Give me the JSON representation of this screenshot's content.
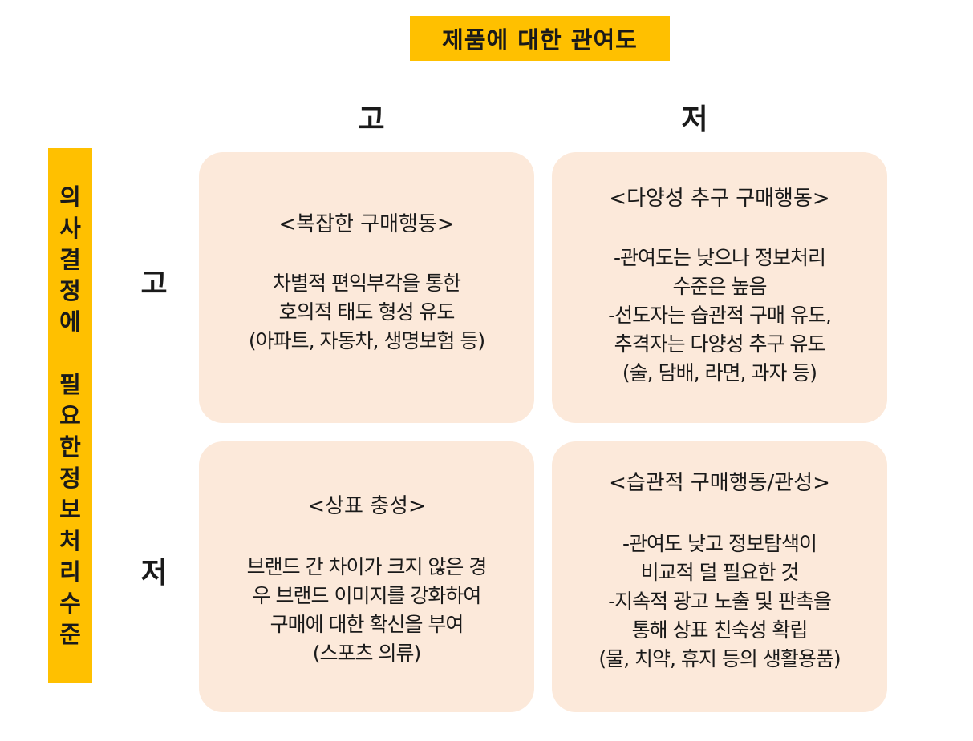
{
  "header": {
    "title": "제품에 대한 관여도",
    "columns": [
      "고",
      "저"
    ]
  },
  "side": {
    "title_chars": [
      "의",
      "사",
      "결",
      "정",
      "에",
      "",
      "필",
      "요",
      "한",
      "정",
      "보",
      "처",
      "리",
      "수",
      "준"
    ],
    "rows": [
      "고",
      "저"
    ]
  },
  "quadrants": {
    "top_left": {
      "heading": "<복잡한 구매행동>",
      "lines": [
        "차별적 편익부각을 통한",
        "호의적 태도 형성 유도",
        "(아파트, 자동차, 생명보험 등)"
      ]
    },
    "top_right": {
      "heading": "<다양성 추구 구매행동>",
      "lines": [
        "-관여도는 낮으나 정보처리",
        "수준은 높음",
        "-선도자는 습관적 구매 유도,",
        "추격자는 다양성 추구 유도",
        "(술, 담배, 라면, 과자 등)"
      ]
    },
    "bottom_left": {
      "heading": "<상표 충성>",
      "lines": [
        "브랜드 간 차이가 크지 않은 경",
        "우 브랜드 이미지를 강화하여",
        "구매에 대한 확신을 부여",
        "(스포츠 의류)"
      ]
    },
    "bottom_right": {
      "heading": "<습관적 구매행동/관성>",
      "lines": [
        "-관여도 낮고 정보탐색이",
        "비교적 덜 필요한 것",
        "-지속적 광고 노출 및 판촉을",
        "통해 상표 친숙성 확립",
        "(물, 치약, 휴지 등의 생활용품)"
      ]
    }
  },
  "colors": {
    "label_bg": "#ffc000",
    "quadrant_bg": "#fce9da",
    "text": "#1a1a1a"
  }
}
